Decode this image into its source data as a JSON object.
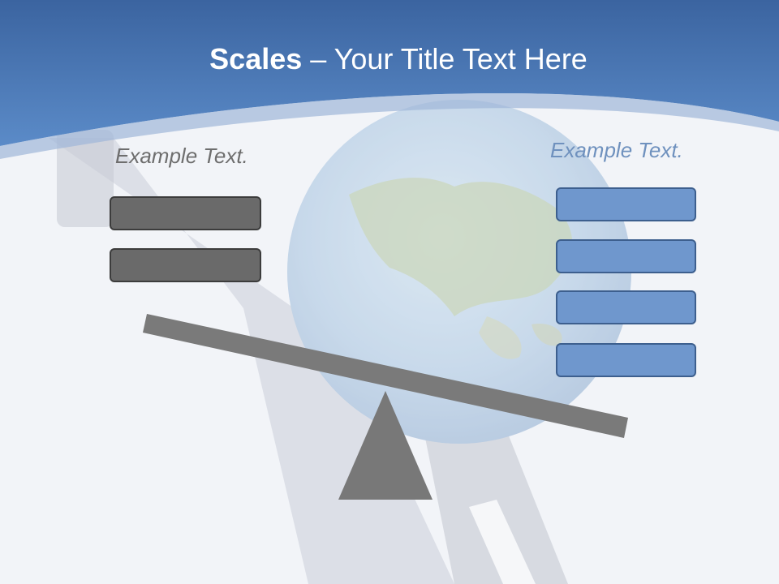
{
  "slide": {
    "title_bold": "Scales",
    "title_rest": " – Your Title Text Here",
    "left_label": "Example Text.",
    "right_label": "Example Text.",
    "left_boxes": 2,
    "right_boxes": 4
  },
  "colors": {
    "header_blue": "#4a78b5",
    "gray_box": "#6a6a6a",
    "blue_box": "#6f97cd",
    "beam": "#7a7a7a",
    "left_text": "#6e6e6e",
    "right_text": "#6f91be"
  },
  "icons": {
    "background": "globe-on-road-image",
    "seesaw": "scale-balance-shape"
  }
}
